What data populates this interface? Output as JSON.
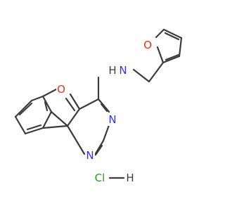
{
  "atoms": {
    "o_furan": {
      "text": "O",
      "color": "#e8331c"
    },
    "o_benzofuran": {
      "text": "O",
      "color": "#e8331c"
    },
    "nh": {
      "text": "N",
      "color": "#3333dd"
    },
    "h_amine": {
      "text": "H",
      "color": "#3c3c3c"
    },
    "n_pyr_1": {
      "text": "N",
      "color": "#3333dd"
    },
    "n_pyr_2": {
      "text": "N",
      "color": "#3333dd"
    },
    "cl": {
      "text": "Cl",
      "color": "#1fa01f"
    },
    "h_hcl": {
      "text": "H",
      "color": "#3c3c3c"
    }
  },
  "colors": {
    "bond": "#3c3c3c",
    "oxygen": "#e8331c",
    "nitrogen": "#3333dd",
    "chlorine": "#1fa01f",
    "background": "#ffffff"
  }
}
